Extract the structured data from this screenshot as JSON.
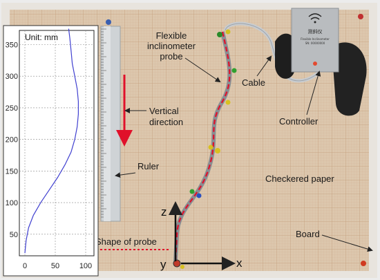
{
  "labels": {
    "probe": [
      "Flexible",
      "inclinometer",
      "probe"
    ],
    "vertical": [
      "Vertical",
      "direction"
    ],
    "ruler": "Ruler",
    "cable": "Cable",
    "controller": "Controller",
    "checkered_paper": "Checkered paper",
    "board": "Board",
    "shape_of_probe": "Shape of probe",
    "axis_x": "x",
    "axis_y": "y",
    "axis_z": "z"
  },
  "inset_chart": {
    "unit_label": "Unit: mm",
    "y_ticks": [
      "50",
      "100",
      "150",
      "200",
      "250",
      "300",
      "350"
    ],
    "x_ticks": [
      "0",
      "50",
      "100"
    ]
  },
  "device": {
    "screen_text": [
      "测斜仪",
      "Flexible Inclinometer",
      "SN: 00000000"
    ]
  },
  "colors": {
    "board": "#d7c2a8",
    "grid_line": "#c9a98c",
    "curve": "#4040d0",
    "dashed_red": "#e0102a",
    "arrow_red": "#e0102a"
  }
}
